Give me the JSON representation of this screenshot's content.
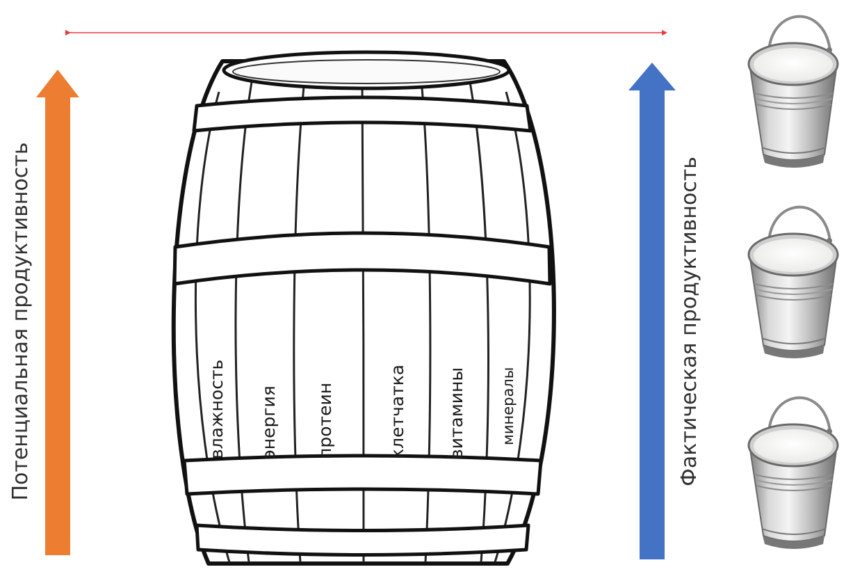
{
  "labels": {
    "potential": "Потенциальная продуктивность",
    "actual": "Фактическая продуктивность"
  },
  "barrel_staves": [
    "влажность",
    "энергия",
    "протеин",
    "клетчатка",
    "витамины",
    "минералы"
  ],
  "bucket_icon": "milk-bucket-icon",
  "buckets_count": 3,
  "colors": {
    "potential_arrow": "#ED7D31",
    "actual_arrow": "#4472C4",
    "level_line": "#E8393C"
  }
}
